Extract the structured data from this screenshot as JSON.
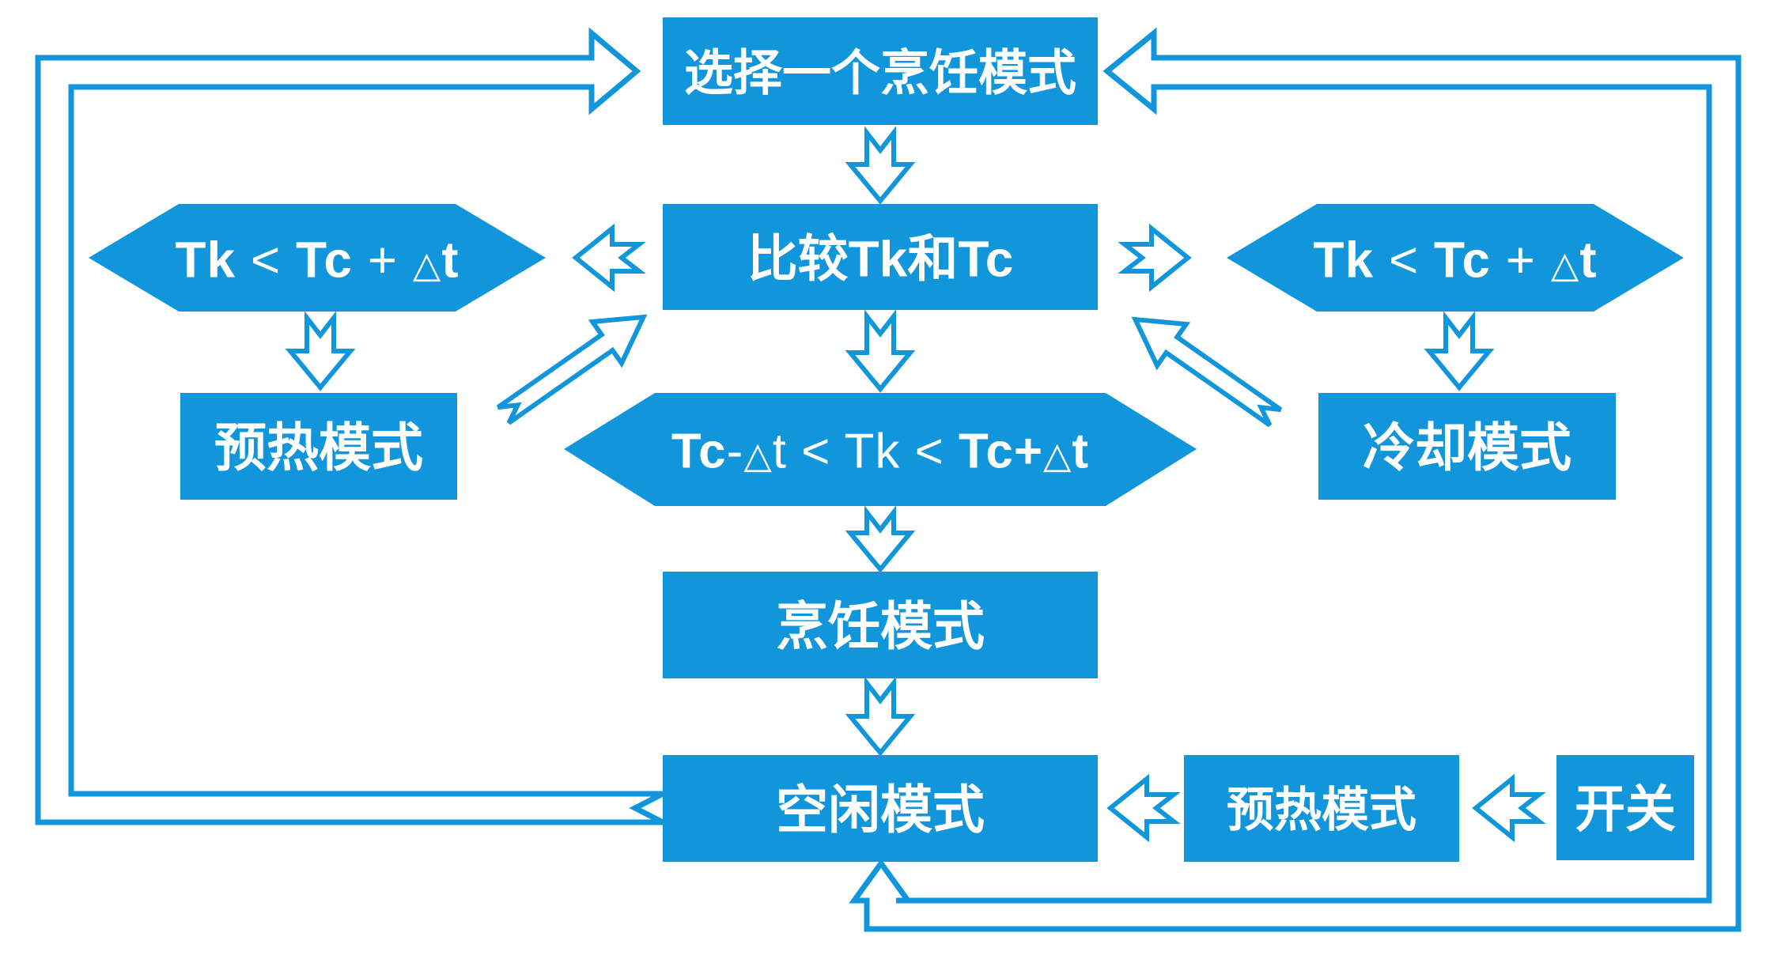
{
  "diagram": {
    "colors": {
      "accent": "#1296db",
      "background": "#ffffff",
      "text": "#ffffff"
    },
    "nodes": {
      "select_mode": {
        "label": "选择一个烹饪模式"
      },
      "compare": {
        "label": "比较Tk和Tc"
      },
      "preheat_left": {
        "label": "预热模式"
      },
      "cooling": {
        "label": "冷却模式"
      },
      "cooking": {
        "label": "烹饪模式"
      },
      "idle": {
        "label": "空闲模式"
      },
      "preheat_bottom": {
        "label": "预热模式"
      },
      "switch": {
        "label": "开关"
      }
    },
    "conditions": {
      "left": {
        "text": "Tk < Tc + △t",
        "segments": [
          {
            "t": "Tk",
            "b": 1
          },
          {
            "t": " < ",
            "b": 0
          },
          {
            "t": "Tc",
            "b": 1
          },
          {
            "t": " + ",
            "b": 0
          },
          {
            "t": "△",
            "b": 0,
            "s": 1
          },
          {
            "t": "t",
            "b": 1
          }
        ]
      },
      "right": {
        "text": "Tk < Tc + △t",
        "segments": [
          {
            "t": "Tk",
            "b": 1
          },
          {
            "t": " < ",
            "b": 0
          },
          {
            "t": "Tc",
            "b": 1
          },
          {
            "t": " + ",
            "b": 0
          },
          {
            "t": "△",
            "b": 0,
            "s": 1
          },
          {
            "t": "t",
            "b": 1
          }
        ]
      },
      "center": {
        "text": "Tc - △t < Tk < Tc + △t",
        "segments": [
          {
            "t": "Tc",
            "b": 1
          },
          {
            "t": "-",
            "b": 0
          },
          {
            "t": "△",
            "b": 0,
            "s": 1
          },
          {
            "t": "t",
            "b": 0
          },
          {
            "t": " < ",
            "b": 0
          },
          {
            "t": "Tk",
            "b": 0
          },
          {
            "t": " < ",
            "b": 0
          },
          {
            "t": "Tc",
            "b": 1
          },
          {
            "t": "+",
            "b": 1
          },
          {
            "t": "△",
            "b": 0,
            "s": 1
          },
          {
            "t": "t",
            "b": 1
          }
        ]
      }
    }
  }
}
